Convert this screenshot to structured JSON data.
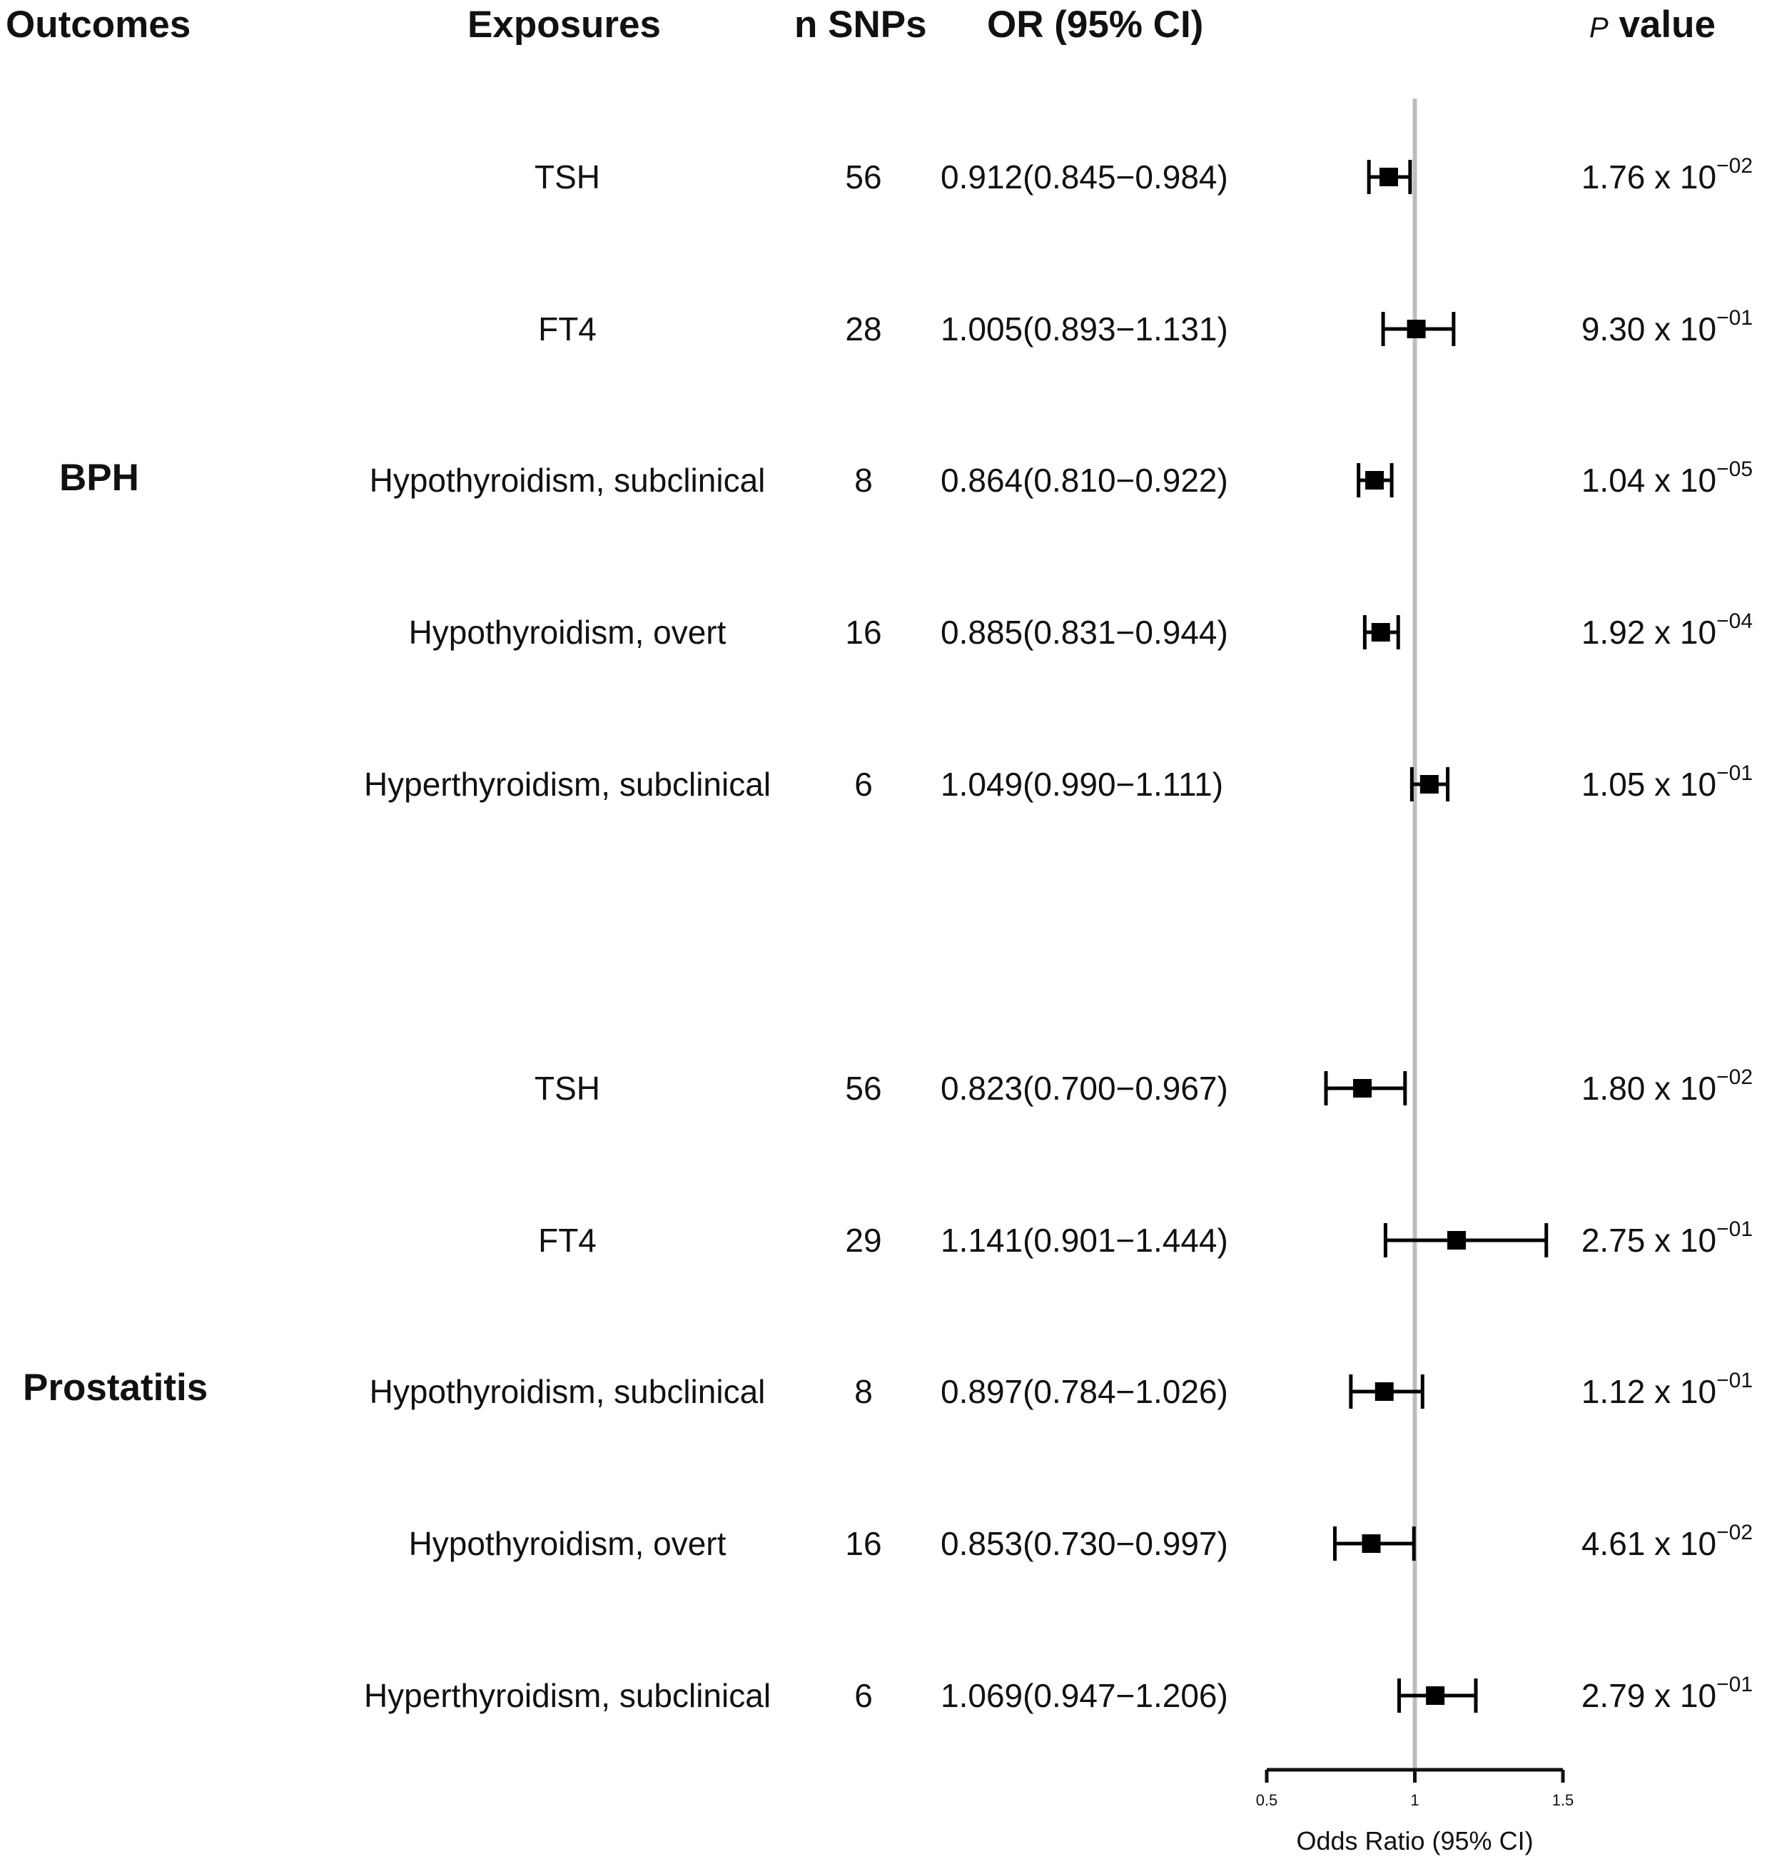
{
  "headers": {
    "outcomes": "Outcomes",
    "exposures": "Exposures",
    "nsnps": "n SNPs",
    "orci": "OR (95% CI)",
    "p_italic": "P",
    "p_rest": " value"
  },
  "groups": [
    {
      "outcome": "BPH",
      "rows": [
        {
          "exposure": "TSH",
          "n": "56",
          "or_text": "0.912(0.845−0.984)",
          "p_mant": "1.76 x 10",
          "p_exp": "−02"
        },
        {
          "exposure": "FT4",
          "n": "28",
          "or_text": "1.005(0.893−1.131)",
          "p_mant": "9.30 x 10",
          "p_exp": "−01"
        },
        {
          "exposure": "Hypothyroidism, subclinical",
          "n": "8",
          "or_text": "0.864(0.810−0.922)",
          "p_mant": "1.04 x 10",
          "p_exp": "−05"
        },
        {
          "exposure": "Hypothyroidism, overt",
          "n": "16",
          "or_text": "0.885(0.831−0.944)",
          "p_mant": "1.92 x 10",
          "p_exp": "−04"
        },
        {
          "exposure": "Hyperthyroidism, subclinical",
          "n": "6",
          "or_text": "1.049(0.990−1.111)",
          "p_mant": "1.05 x 10",
          "p_exp": "−01"
        }
      ]
    },
    {
      "outcome": "Prostatitis",
      "rows": [
        {
          "exposure": "TSH",
          "n": "56",
          "or_text": "0.823(0.700−0.967)",
          "p_mant": "1.80 x 10",
          "p_exp": "−02"
        },
        {
          "exposure": "FT4",
          "n": "29",
          "or_text": "1.141(0.901−1.444)",
          "p_mant": "2.75 x 10",
          "p_exp": "−01"
        },
        {
          "exposure": "Hypothyroidism, subclinical",
          "n": "8",
          "or_text": "0.897(0.784−1.026)",
          "p_mant": "1.12 x 10",
          "p_exp": "−01"
        },
        {
          "exposure": "Hypothyroidism, overt",
          "n": "16",
          "or_text": "0.853(0.730−0.997)",
          "p_mant": "4.61 x 10",
          "p_exp": "−02"
        },
        {
          "exposure": "Hyperthyroidism, subclinical",
          "n": "6",
          "or_text": "1.069(0.947−1.206)",
          "p_mant": "2.79 x 10",
          "p_exp": "−01"
        }
      ]
    }
  ],
  "chart_data": {
    "type": "forest",
    "xlabel": "Odds Ratio (95% CI)",
    "xlim": [
      0.5,
      1.5
    ],
    "xticks": [
      "0.5",
      "1",
      "1.5"
    ],
    "reference_line": 1,
    "reference_color": "#bdbdbd",
    "marker_color": "#000000",
    "series": [
      {
        "name": "BPH",
        "rows": [
          {
            "label": "TSH",
            "or": 0.912,
            "lo": 0.845,
            "hi": 0.984
          },
          {
            "label": "FT4",
            "or": 1.005,
            "lo": 0.893,
            "hi": 1.131
          },
          {
            "label": "Hypothyroidism, subclinical",
            "or": 0.864,
            "lo": 0.81,
            "hi": 0.922
          },
          {
            "label": "Hypothyroidism, overt",
            "or": 0.885,
            "lo": 0.831,
            "hi": 0.944
          },
          {
            "label": "Hyperthyroidism, subclinical",
            "or": 1.049,
            "lo": 0.99,
            "hi": 1.111
          }
        ]
      },
      {
        "name": "Prostatitis",
        "rows": [
          {
            "label": "TSH",
            "or": 0.823,
            "lo": 0.7,
            "hi": 0.967
          },
          {
            "label": "FT4",
            "or": 1.141,
            "lo": 0.901,
            "hi": 1.444
          },
          {
            "label": "Hypothyroidism, subclinical",
            "or": 0.897,
            "lo": 0.784,
            "hi": 1.026
          },
          {
            "label": "Hypothyroidism, overt",
            "or": 0.853,
            "lo": 0.73,
            "hi": 0.997
          },
          {
            "label": "Hyperthyroidism, subclinical",
            "or": 1.069,
            "lo": 0.947,
            "hi": 1.206
          }
        ]
      }
    ]
  }
}
